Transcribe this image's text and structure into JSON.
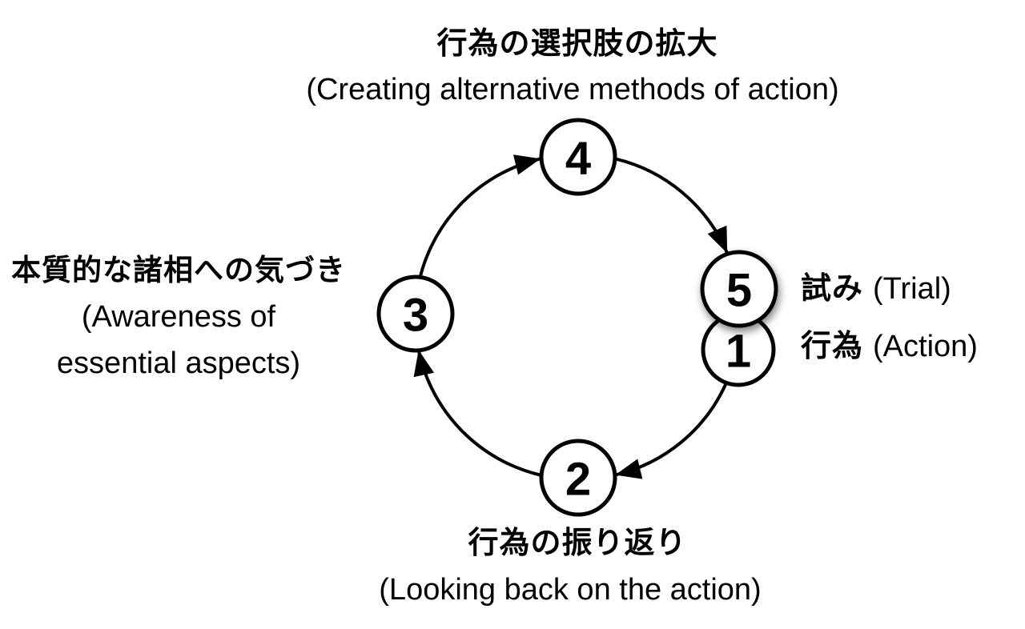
{
  "diagram": {
    "title_top": {
      "jp": "行為の選択肢の拡大",
      "en": "(Creating alternative methods of action)"
    },
    "label_left": {
      "jp": "本質的な諸相への気づき",
      "en_line1": "(Awareness of",
      "en_line2": "essential aspects)"
    },
    "label_bottom": {
      "jp": "行為の振り返り",
      "en": "(Looking back on the action)"
    },
    "label_trial": {
      "jp": "試み",
      "en": "(Trial)"
    },
    "label_action": {
      "jp": "行為",
      "en": "(Action)"
    },
    "nodes": {
      "n1": "1",
      "n2": "2",
      "n3": "3",
      "n4": "4",
      "n5": "5"
    },
    "colors": {
      "line": "#000000",
      "background": "#ffffff",
      "node_fill": "#ffffff"
    }
  }
}
